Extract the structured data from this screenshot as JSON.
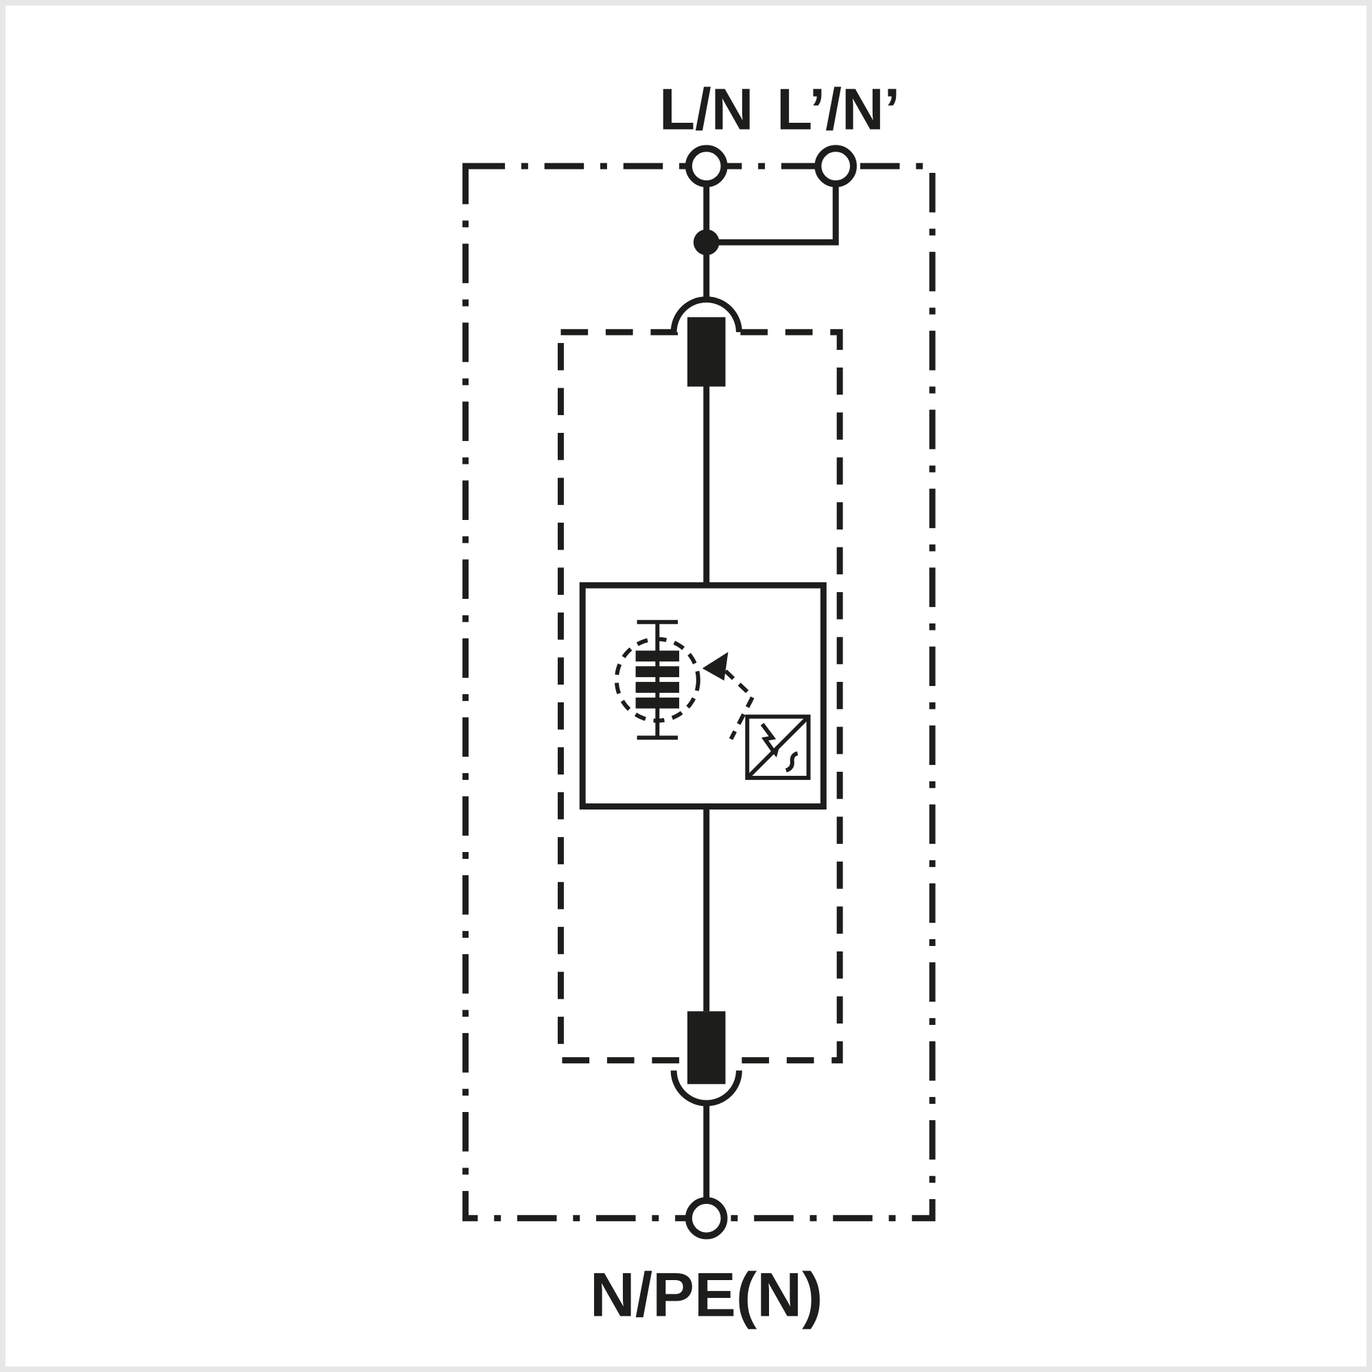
{
  "diagram": {
    "kind": "surge-protective-device-basic-circuit-diagram",
    "terminals": {
      "top_left": "L/N",
      "top_right": "L’/N’",
      "bottom": "N/PE(N)"
    },
    "icons": {
      "device_enclosure": "dash-dot-boundary-box",
      "protection_module": "dashed-boundary-box",
      "plug_contact": "semicircle-socket-icon",
      "thermal_disconnector": "black-bar-fuse-icon",
      "varistor_monitored": "striped-varistor-in-dashed-circle-icon",
      "thermal_coupling": "dashed-arrow-linkage-icon",
      "status_indicator": "boxed-lightning-arrow-icon"
    },
    "colors": {
      "line": "#1d1d1b",
      "background": "#ffffff",
      "frame": "#e7e7e7"
    }
  }
}
